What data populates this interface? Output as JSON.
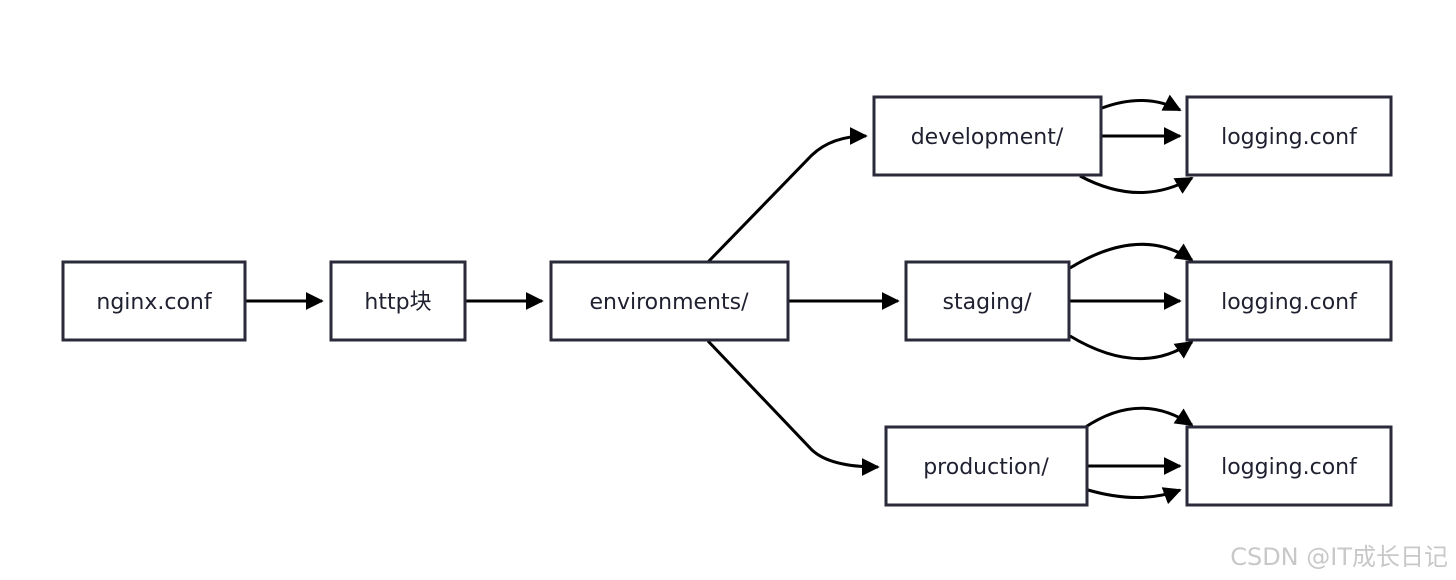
{
  "nodes": {
    "nginx_conf": "nginx.conf",
    "http_block": "http块",
    "environments": "environments/",
    "development": "development/",
    "staging": "staging/",
    "production": "production/",
    "logging_dev": "logging.conf",
    "logging_staging": "logging.conf",
    "logging_prod": "logging.conf"
  },
  "watermark": "CSDN @IT成长日记",
  "colors": {
    "stroke": "#2a2a3a",
    "edge": "#000000",
    "watermark": "#c8c8c8"
  }
}
